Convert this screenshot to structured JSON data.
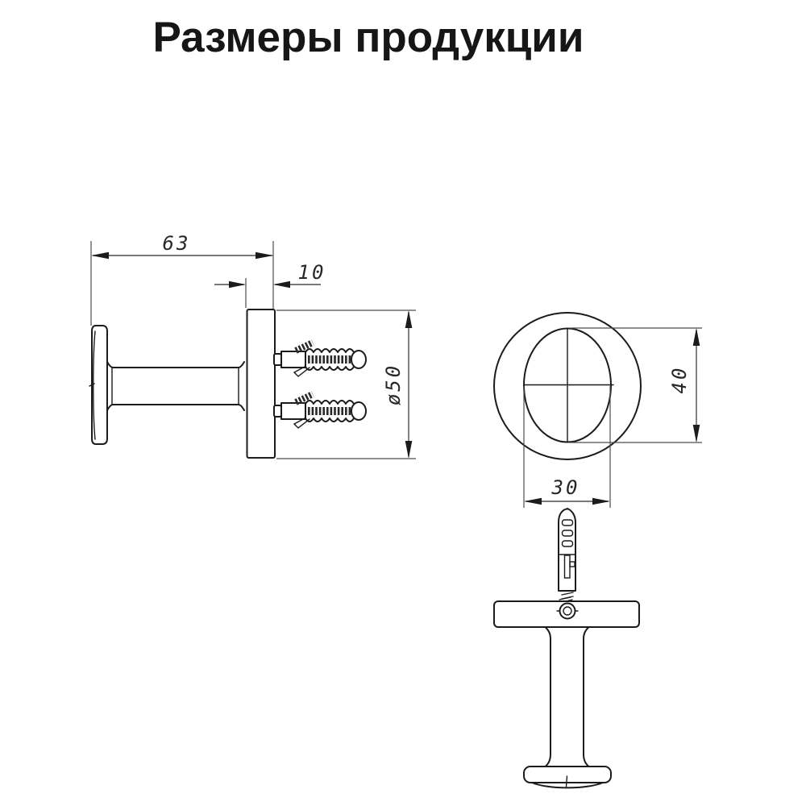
{
  "title": "Размеры продукции",
  "dimensions": {
    "side_length": "63",
    "plate_thickness": "10",
    "plate_diameter": "ø50",
    "face_height": "40",
    "face_width": "30"
  },
  "colors": {
    "background": "#ffffff",
    "outline": "#1b1b1b",
    "dimension_lines": "#4d4d4d",
    "text": "#262626"
  }
}
